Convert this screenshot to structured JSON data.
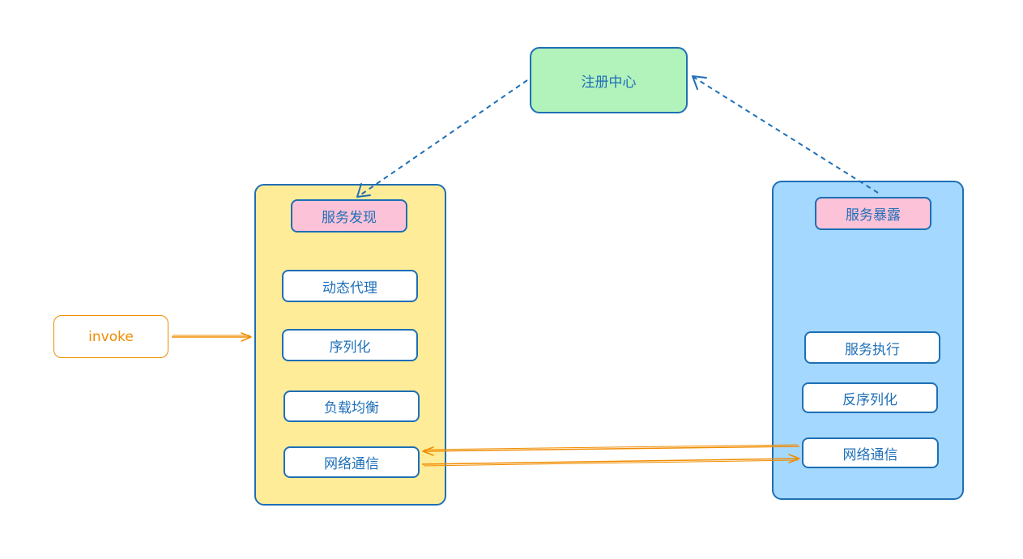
{
  "colors": {
    "stroke_blue": "#1e6fb5",
    "text_blue": "#1f6fb8",
    "orange": "#f08c00",
    "registry_fill": "#b2f2bb",
    "consumer_fill": "#ffec99",
    "provider_fill": "#a5d8ff",
    "label_fill": "#fcc2d7"
  },
  "registry": {
    "label": "注册中心"
  },
  "consumer": {
    "header": "服务发现",
    "steps": [
      "动态代理",
      "序列化",
      "负载均衡",
      "网络通信"
    ]
  },
  "provider": {
    "header": "服务暴露",
    "steps": [
      "服务执行",
      "反序列化",
      "网络通信"
    ]
  },
  "invoke": {
    "label": "invoke"
  }
}
